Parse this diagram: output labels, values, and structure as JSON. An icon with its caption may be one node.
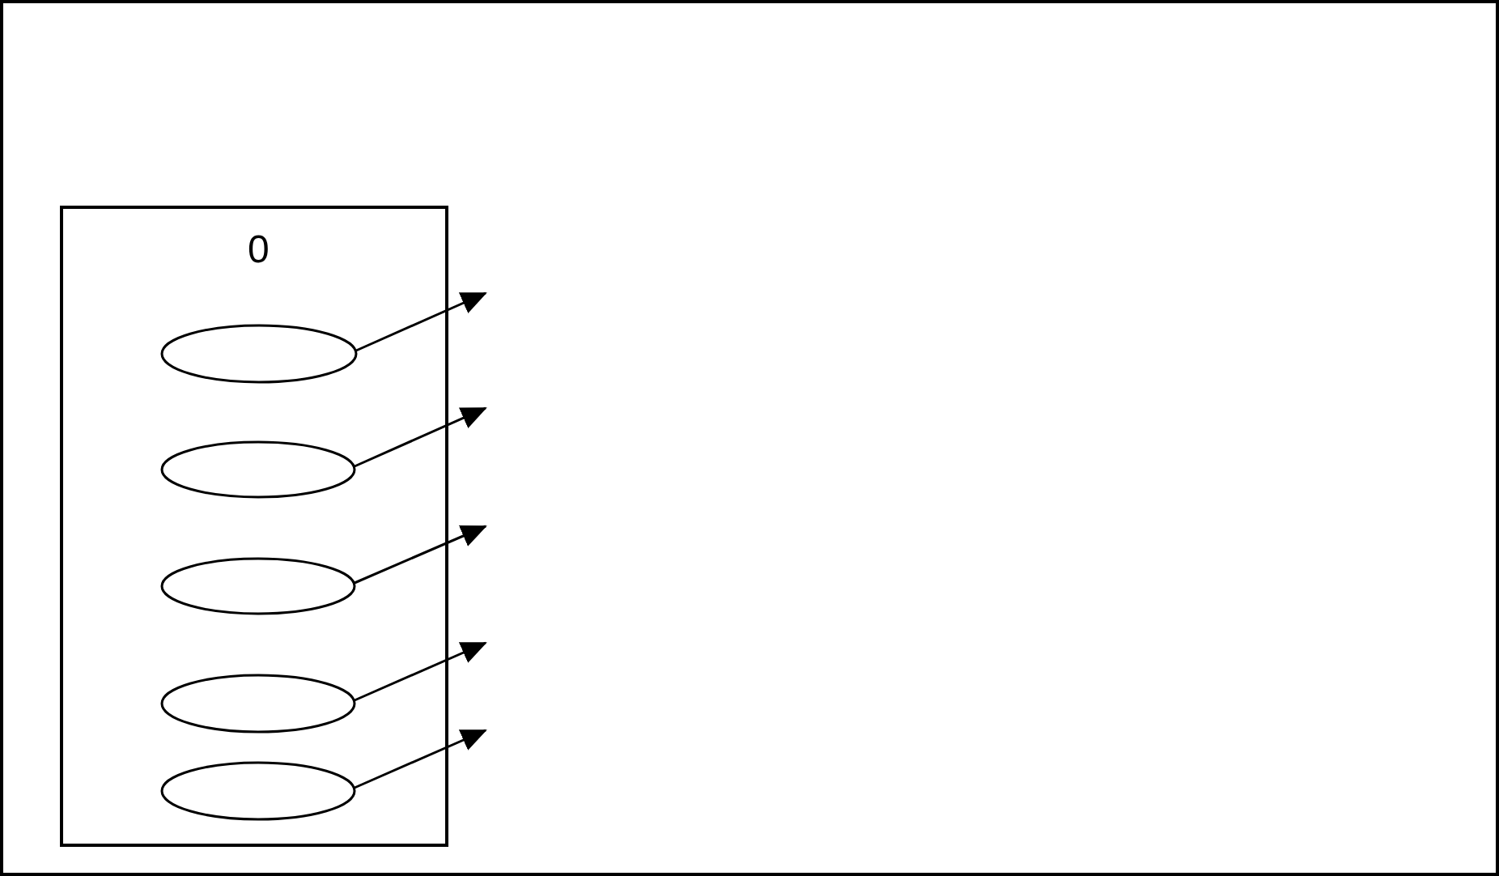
{
  "diagram": {
    "nodes": [
      {
        "text": [
          "0"
        ]
      },
      {
        "text": [],
        "shape": "ellipse",
        "in": 0
      },
      {
        "text": [],
        "shape": "ellipse",
        "in": 0
      },
      {
        "text": [],
        "shape": "ellipse",
        "in": 0
      },
      {
        "text": [],
        "shape": "ellipse",
        "in": 0
      },
      {
        "text": [],
        "shape": "ellipse",
        "in": 0
      }
    ],
    "edges": [
      {
        "from": 1,
        "to": null,
        "arrow": "to"
      },
      {
        "from": 2,
        "to": null,
        "arrow": "to"
      },
      {
        "from": 3,
        "to": null,
        "arrow": "to"
      },
      {
        "from": 4,
        "to": null,
        "arrow": "to"
      },
      {
        "from": 5,
        "to": null,
        "arrow": "to"
      }
    ]
  }
}
